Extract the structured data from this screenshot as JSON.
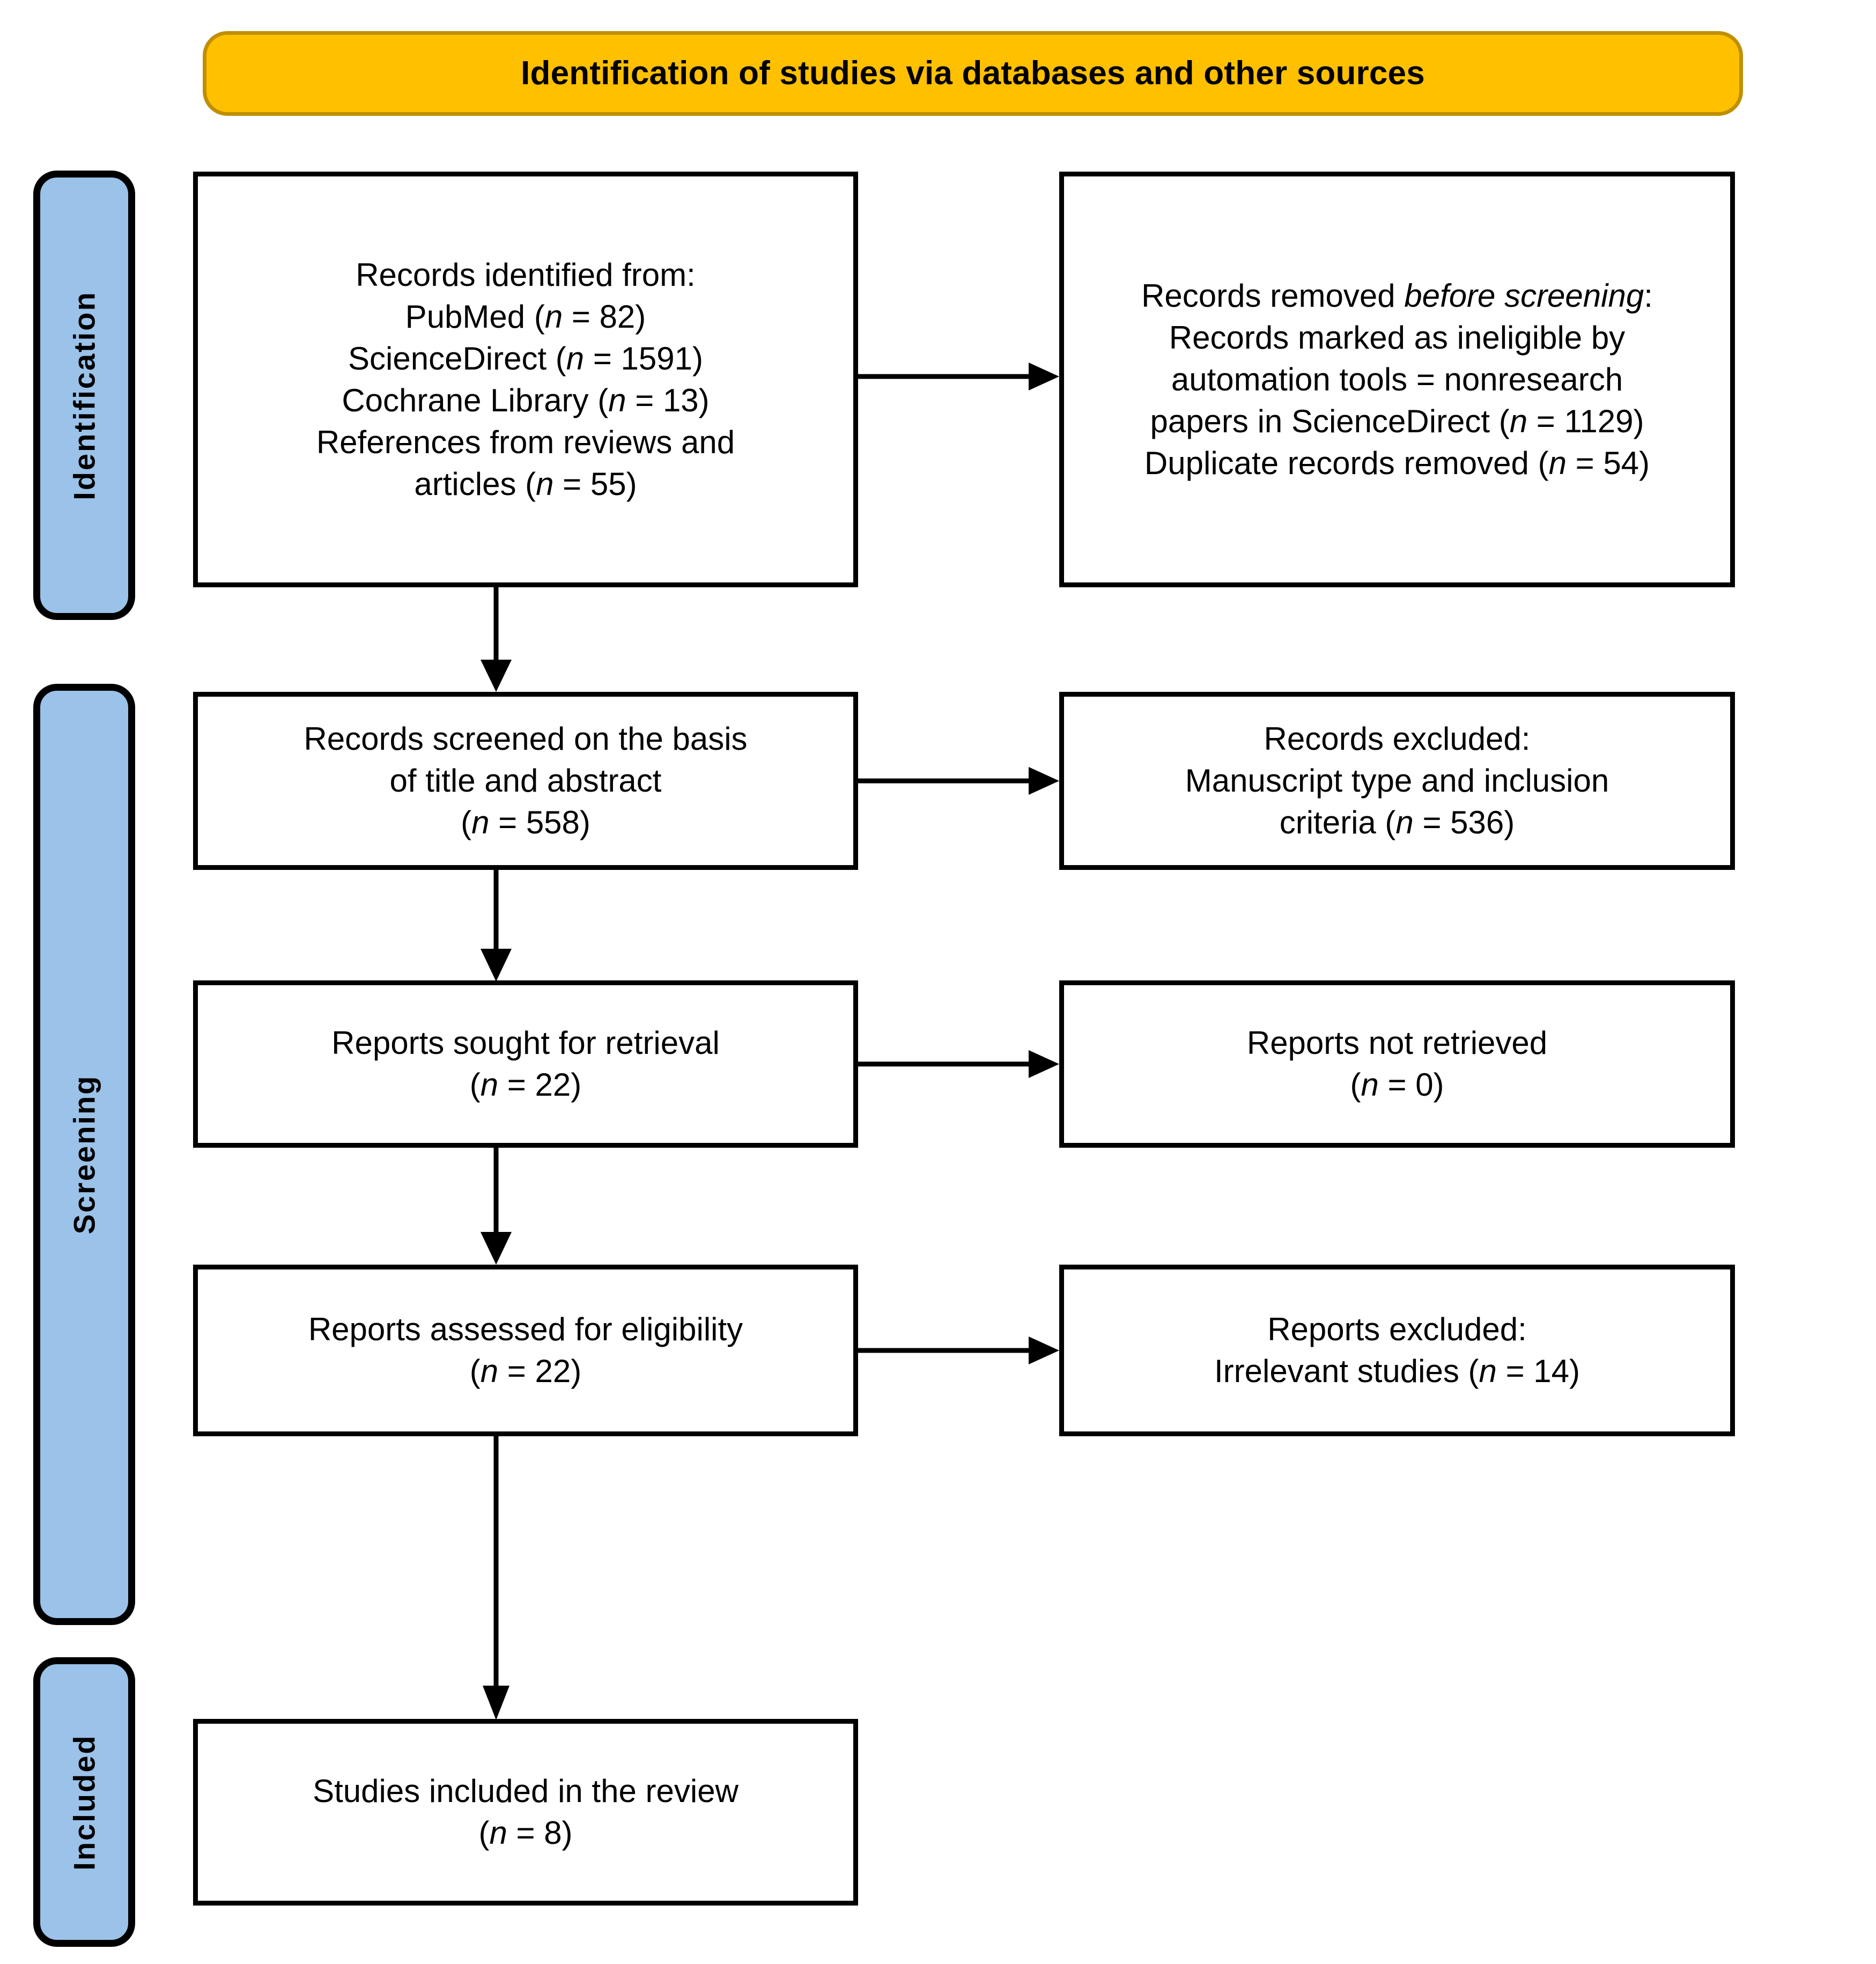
{
  "header": {
    "title": "Identification of studies via databases and other sources",
    "fill_color": "#FFC000",
    "border_color": "#BF8F00"
  },
  "stages": [
    {
      "id": "identification",
      "label": "Identification",
      "fill_color": "#9BC2E8"
    },
    {
      "id": "screening",
      "label": "Screening",
      "fill_color": "#9BC2E8"
    },
    {
      "id": "included",
      "label": "Included",
      "fill_color": "#9BC2E8"
    }
  ],
  "boxes": {
    "records_identified": {
      "lines": [
        "Records identified from:",
        "PubMed (n = 82)",
        "ScienceDirect (n = 1591)",
        "Cochrane Library (n = 13)",
        "References from reviews and",
        "articles (n = 55)"
      ],
      "counts": {
        "PubMed": 82,
        "ScienceDirect": 1591,
        "Cochrane Library": 13,
        "References from reviews and articles": 55
      }
    },
    "records_removed": {
      "lines": [
        "Records removed before screening:",
        "Records marked as ineligible by",
        "automation tools = nonresearch",
        "papers in ScienceDirect (n = 1129)",
        "Duplicate records removed (n = 54)"
      ],
      "counts": {
        "ineligible_nonresearch_sciencedirect": 1129,
        "duplicate_records_removed": 54
      }
    },
    "records_screened": {
      "lines": [
        "Records screened on the basis",
        "of title and abstract",
        "(n = 558)"
      ],
      "count": 558
    },
    "records_excluded": {
      "lines": [
        "Records excluded:",
        "Manuscript type and inclusion",
        "criteria (n = 536)"
      ],
      "count": 536
    },
    "reports_sought": {
      "lines": [
        "Reports sought for retrieval",
        "(n = 22)"
      ],
      "count": 22
    },
    "reports_not_retrieved": {
      "lines": [
        "Reports not retrieved",
        "(n = 0)"
      ],
      "count": 0
    },
    "reports_assessed": {
      "lines": [
        "Reports assessed for eligibility",
        "(n = 22)"
      ],
      "count": 22
    },
    "reports_excluded": {
      "lines": [
        "Reports excluded:",
        "Irrelevant studies (n = 14)"
      ],
      "count": 14
    },
    "studies_included": {
      "lines": [
        "Studies included in the review",
        "(n = 8)"
      ],
      "count": 8
    }
  }
}
